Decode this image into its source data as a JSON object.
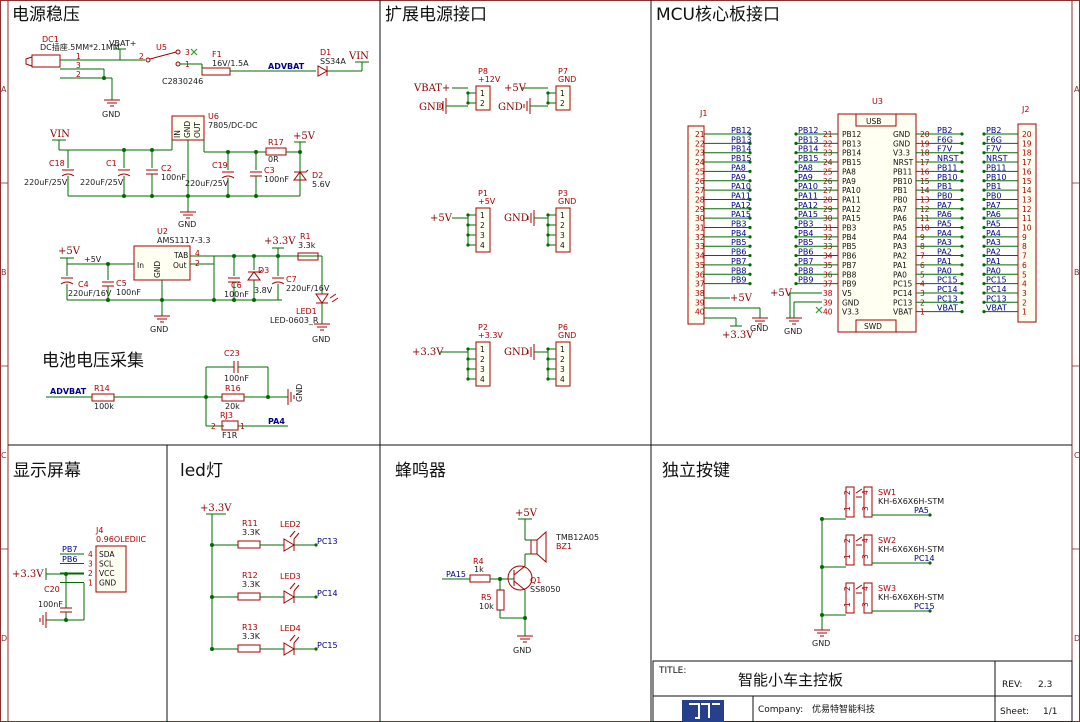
{
  "sections": {
    "power": "电源稳压",
    "ext": "扩展电源接口",
    "mcu": "MCU核心板接口",
    "batt": "电池电压采集",
    "disp": "显示屏幕",
    "led": "led灯",
    "buzz": "蜂鸣器",
    "keys": "独立按键"
  },
  "border": {
    "cols": [
      "A",
      "B",
      "C",
      "D"
    ]
  },
  "power": {
    "dc1_ref": "DC1",
    "dc1_val": "DC插座.5MM*2.1MM",
    "vbat": "VBAT+",
    "u5": "U5",
    "u5_val": "C2830246",
    "f1": "F1",
    "f1_val": "16V/1.5A",
    "advbat": "ADVBAT",
    "d1": "D1",
    "d1_val": "SS34A",
    "vin": "VIN",
    "gnd": "GND",
    "u6": "U6",
    "u6_val": "7805/DC-DC",
    "u6_pins": [
      "IN",
      "GND",
      "OUT"
    ],
    "c18": "C18",
    "c18_val": "220uF/25V",
    "c1": "C1",
    "c1_val": "220uF/25V",
    "c2": "C2",
    "c2_val": "100nF",
    "c19": "C19",
    "c19_val": "220uF/25V",
    "c3": "C3",
    "c3_val": "100nF",
    "r17": "R17",
    "r17_val": "0R",
    "p5v": "+5V",
    "d2": "D2",
    "d2_val": "5.6V",
    "u2": "U2",
    "u2_val": "AMS1117-3.3",
    "u2_in": "In",
    "u2_tab": "TAB",
    "u2_out": "Out",
    "u2_gnd": "GND",
    "p33": "+3.3V",
    "c4": "C4",
    "c4_val": "220uF/16V",
    "c5": "C5",
    "c5_val": "100nF",
    "c6": "C6",
    "c6_val": "100nF",
    "d3": "D3",
    "d3_val": "3.8V",
    "c7": "C7",
    "c7_val": "220uF/16V",
    "r1": "R1",
    "r1_val": "3.3k",
    "led1": "LED1",
    "led1_val": "LED-0603_R",
    "pin1": "1",
    "pin2": "2",
    "pin3": "3",
    "pin4": "4"
  },
  "batt": {
    "advbat": "ADVBAT",
    "r14": "R14",
    "r14_val": "100k",
    "c23": "C23",
    "c23_val": "100nF",
    "r16": "R16",
    "r16_val": "20k",
    "rj3": "RJ3",
    "rj3_val": "F1R",
    "pa4": "PA4",
    "gnd": "GND"
  },
  "ext": {
    "vbat": "VBAT+",
    "p8": "P8",
    "p8_val": "+12V",
    "p7": "P7",
    "p7_val": "GND",
    "p5v": "+5V",
    "gnd": "GND",
    "p1": "P1",
    "p1_val": "+5V",
    "p3": "P3",
    "p3_val": "GND",
    "p2": "P2",
    "p2_val": "+3.3V",
    "p6": "P6",
    "p6_val": "GND",
    "p33": "+3.3V"
  },
  "mcu": {
    "j1": "J1",
    "j2": "J2",
    "u3": "U3",
    "usb": "USB",
    "swd": "SWD",
    "p5v": "+5V",
    "p33": "+3.3V",
    "gnd": "GND",
    "left_nets": [
      "PB12",
      "PB13",
      "PB14",
      "PB15",
      "PA8",
      "PA9",
      "PA10",
      "PA11",
      "PA12",
      "PA15",
      "PB3",
      "PB4",
      "PB5",
      "PB6",
      "PB7",
      "PB8",
      "PB9"
    ],
    "left_pinnums": [
      "21",
      "22",
      "23",
      "24",
      "25",
      "26",
      "27",
      "28",
      "29",
      "30",
      "31",
      "32",
      "33",
      "34",
      "35",
      "36",
      "37",
      "38",
      "39",
      "40"
    ],
    "u3_left_names": [
      "PB12",
      "PB13",
      "PB14",
      "PB15",
      "PA8",
      "PA9",
      "PA10",
      "PA11",
      "PA12",
      "PA15",
      "PB3",
      "PB4",
      "PB5",
      "PB6",
      "PB7",
      "PB8",
      "PB9",
      "V5",
      "GND",
      "V3.3"
    ],
    "u3_right_names": [
      "GND",
      "GND",
      "V3.3",
      "NRST",
      "PB11",
      "PB10",
      "PB1",
      "PB0",
      "PA7",
      "PA6",
      "PA5",
      "PA4",
      "PA3",
      "PA2",
      "PA1",
      "PA0",
      "PC15",
      "PC14",
      "PC13",
      "VBAT"
    ],
    "right_nets": [
      "PB2",
      "F6G",
      "F7V",
      "NRST",
      "PB11",
      "PB10",
      "PB1",
      "PB0",
      "PA7",
      "PA6",
      "PA5",
      "PA4",
      "PA3",
      "PA2",
      "PA1",
      "PA0",
      "PC15",
      "PC14",
      "PC13",
      "VBAT"
    ],
    "right_pinnums": [
      "20",
      "19",
      "18",
      "17",
      "16",
      "15",
      "14",
      "13",
      "12",
      "11",
      "10",
      "9",
      "8",
      "7",
      "6",
      "5",
      "4",
      "3",
      "2",
      "1"
    ]
  },
  "disp": {
    "j4": "J4",
    "j4_val": "0.96OLEDIIC",
    "pins": [
      "SDA",
      "SCL",
      "VCC",
      "GND"
    ],
    "pinnums": [
      "4",
      "3",
      "2",
      "1"
    ],
    "n1": "PB7",
    "n2": "PB6",
    "p33": "+3.3V",
    "c20": "C20",
    "c20_val": "100nF"
  },
  "led": {
    "p33": "+3.3V",
    "rows": [
      {
        "r": "R11",
        "rv": "3.3K",
        "l": "LED2",
        "n": "PC13"
      },
      {
        "r": "R12",
        "rv": "3.3K",
        "l": "LED3",
        "n": "PC14"
      },
      {
        "r": "R13",
        "rv": "3.3K",
        "l": "LED4",
        "n": "PC15"
      }
    ]
  },
  "buzz": {
    "p5v": "+5V",
    "bz": "BZ1",
    "bz_val": "TMB12A05",
    "r4": "R4",
    "r4_val": "1k",
    "pa15": "PA15",
    "q1": "Q1",
    "q1_val": "SS8050",
    "r5": "R5",
    "r5_val": "10k",
    "gnd": "GND"
  },
  "keys": {
    "rows": [
      {
        "sw": "SW1",
        "val": "KH-6X6X6H-STM",
        "n": "PA5"
      },
      {
        "sw": "SW2",
        "val": "KH-6X6X6H-STM",
        "n": "PC14"
      },
      {
        "sw": "SW3",
        "val": "KH-6X6X6H-STM",
        "n": "PC15"
      }
    ],
    "gnd": "GND"
  },
  "title_block": {
    "title_label": "TITLE:",
    "title": "智能小车主控板",
    "rev_label": "REV:",
    "rev": "2.3",
    "company_label": "Company:",
    "company": "优易特智能科技",
    "sheet_label": "Sheet:",
    "sheet": "1/1"
  }
}
